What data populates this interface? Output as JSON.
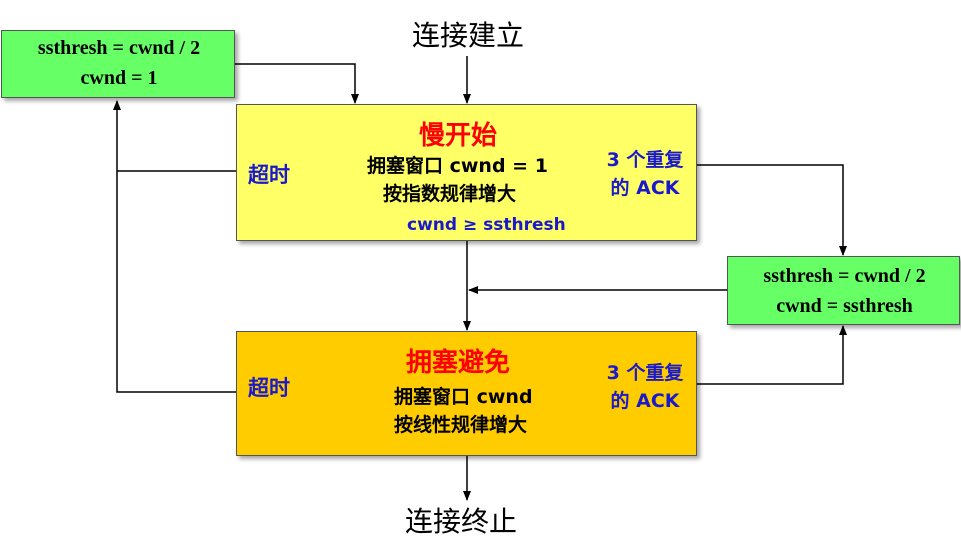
{
  "top_label": "连接建立",
  "bottom_label": "连接终止",
  "timeout_box": {
    "line1": "ssthresh = cwnd / 2",
    "line2": "cwnd = 1"
  },
  "dupack_box": {
    "line1": "ssthresh = cwnd / 2",
    "line2": "cwnd = ssthresh"
  },
  "slow_start": {
    "title": "慢开始",
    "desc1": "拥塞窗口 cwnd = 1",
    "desc2": "按指数规律增大",
    "timeout": "超时",
    "dupack1": "3 个重复",
    "dupack2": "的 ACK",
    "threshold": "cwnd ≥ ssthresh"
  },
  "congestion_avoidance": {
    "title": "拥塞避免",
    "desc1": "拥塞窗口 cwnd",
    "desc2": "按线性规律增大",
    "timeout": "超时",
    "dupack1": "3 个重复",
    "dupack2": "的 ACK"
  },
  "colors": {
    "green": "#66ff66",
    "yellow": "#ffff66",
    "orange": "#ffcc00",
    "title_red": "#ff0000",
    "label_blue": "#1a1acc"
  }
}
